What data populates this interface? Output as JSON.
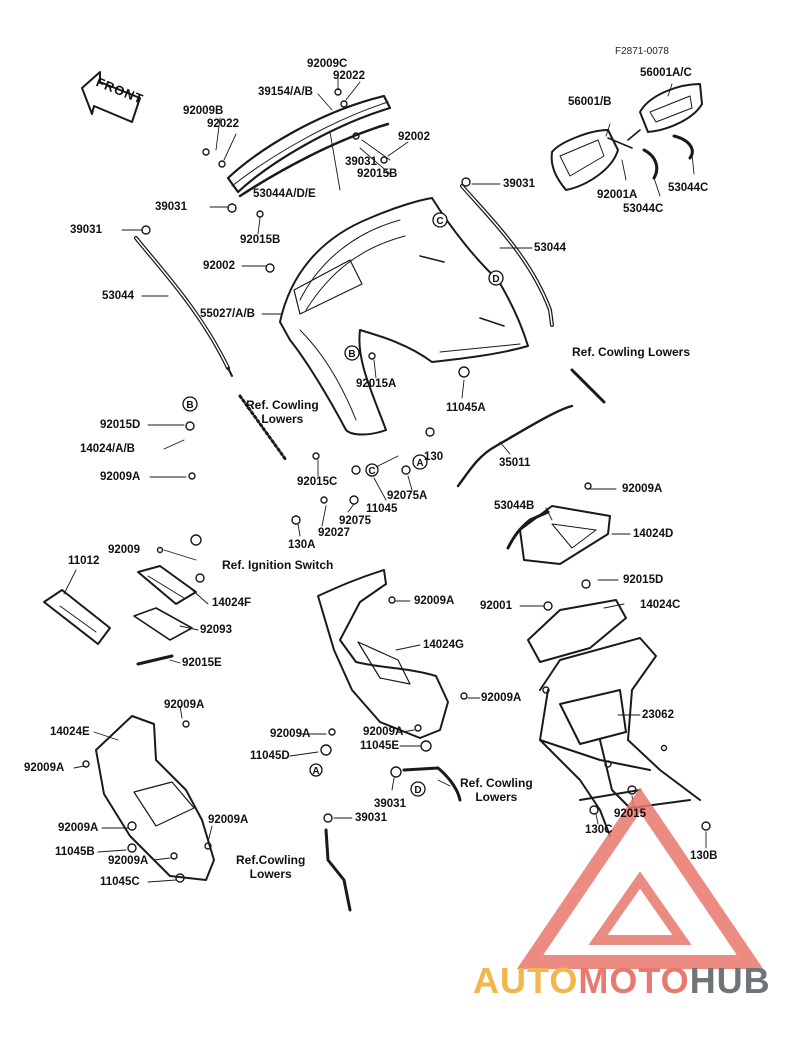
{
  "diagram_code": "F2871-0078",
  "front_label": "FRONT",
  "callouts": {
    "c92009C": "92009C",
    "c92022a": "92022",
    "c39154": "39154/A/B",
    "c92009B": "92009B",
    "c92022b": "92022",
    "c92002a": "92002",
    "c39031a": "39031",
    "c92015Ba": "92015B",
    "c53044ADE": "53044A/D/E",
    "c39031b": "39031",
    "c92015Bb": "92015B",
    "c39031c": "39031",
    "c53044a": "53044",
    "c92002b": "92002",
    "c55027": "55027/A/B",
    "c92015A": "92015A",
    "c39031d": "39031",
    "c53044b": "53044",
    "c56001B": "56001/B",
    "c56001AC": "56001A/C",
    "c92001A": "92001A",
    "c53044Ca": "53044C",
    "c53044Cb": "53044C",
    "c11045A": "11045A",
    "c92015D": "92015D",
    "c14024AB": "14024/A/B",
    "c92009Aa": "92009A",
    "c92015C": "92015C",
    "c130": "130",
    "c11045": "11045",
    "c92075A": "92075A",
    "c92075": "92075",
    "c92027": "92027",
    "c130A": "130A",
    "c35011": "35011",
    "c92009Ab": "92009A",
    "c53044B": "53044B",
    "c14024D": "14024D",
    "c92015Db": "92015D",
    "c92001": "92001",
    "c14024C": "14024C",
    "c11012": "11012",
    "c92009": "92009",
    "c14024F": "14024F",
    "c92093": "92093",
    "c92015E": "92015E",
    "c92009Ac": "92009A",
    "c14024G": "14024G",
    "c92009Ad": "92009A",
    "c23062": "23062",
    "c92009Ae": "92009A",
    "c14024E": "14024E",
    "c92009Af": "92009A",
    "c92009Ag": "92009A",
    "c11045D": "11045D",
    "c92009Ah": "92009A",
    "c11045E": "11045E",
    "c39031e": "39031",
    "c92009Ai": "92009A",
    "c39031f": "39031",
    "c92009Aj": "92009A",
    "c11045B": "11045B",
    "c92009Ak": "92009A",
    "c11045C": "11045C",
    "c92015": "92015",
    "c130C": "130C",
    "c130B": "130B"
  },
  "refs": {
    "ref_cowling_lowers_a": "Ref. Cowling\nLowers",
    "ref_cowling_lowers_b": "Ref. Cowling Lowers",
    "ref_ignition": "Ref. Ignition Switch",
    "ref_cowling_lowers_c": "Ref. Cowling\nLowers",
    "ref_cowling_lowers_d": "Ref.Cowling\nLowers"
  },
  "letter_markers": [
    "A",
    "B",
    "C",
    "D"
  ],
  "watermark": {
    "part_a": "AUTO",
    "part_b": "MOTO",
    "part_c": "HUB",
    "colors": {
      "auto": "#f2b64a",
      "moto": "#e8796f",
      "hub": "#6f7479",
      "triangle": "#e8776c"
    }
  }
}
